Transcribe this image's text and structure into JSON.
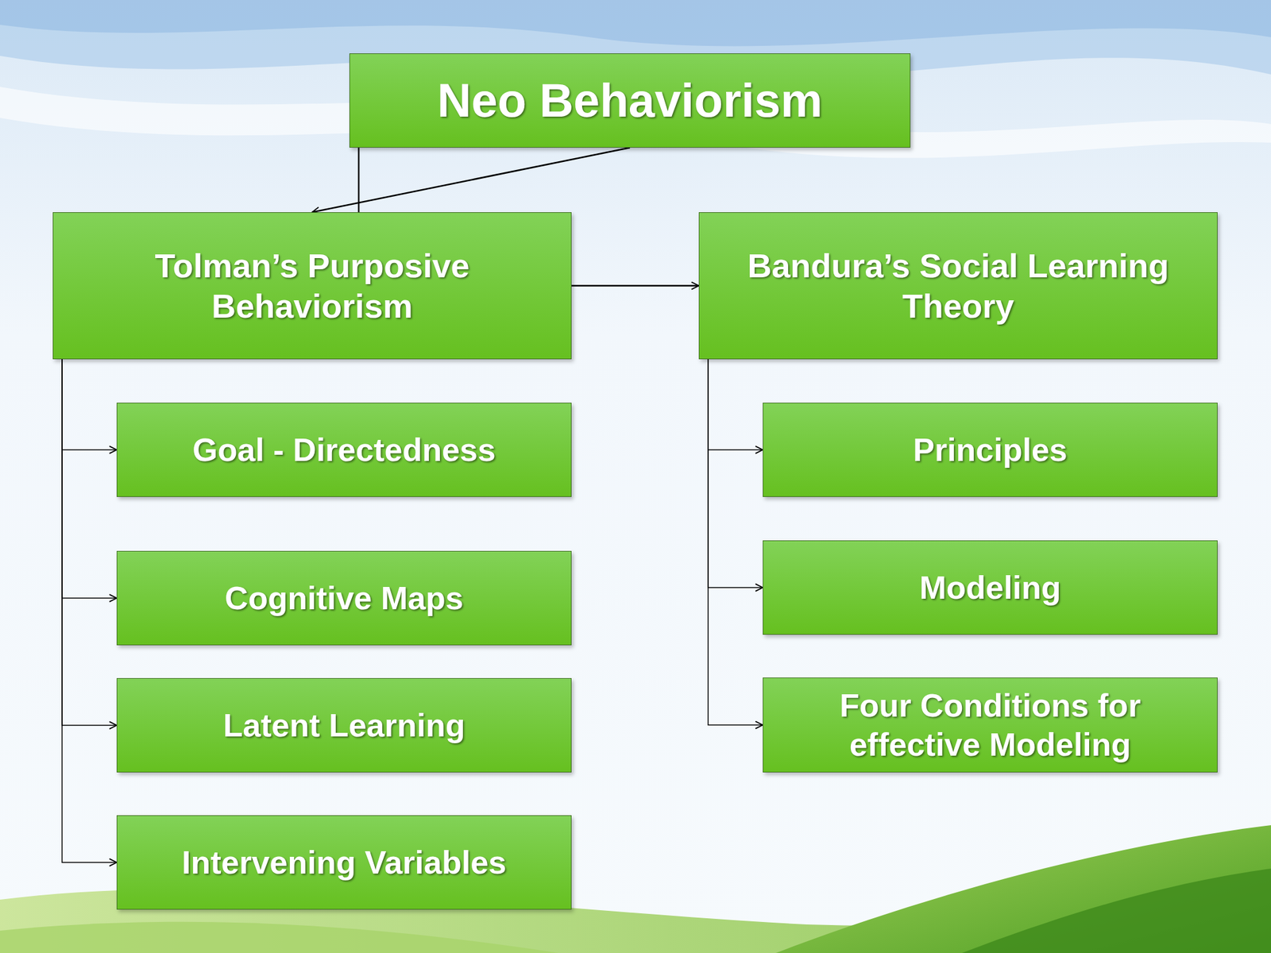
{
  "diagram": {
    "nodes": [
      {
        "text": [
          "Neo Behaviorism"
        ]
      },
      {
        "text": [
          "Tolman’s Purposive Behaviorism"
        ]
      },
      {
        "text": [
          "Bandura’s Social Learning Theory"
        ]
      },
      {
        "text": [
          "Goal - Directedness"
        ]
      },
      {
        "text": [
          "Cognitive Maps"
        ]
      },
      {
        "text": [
          "Latent Learning"
        ]
      },
      {
        "text": [
          "Intervening Variables"
        ]
      },
      {
        "text": [
          "Principles"
        ]
      },
      {
        "text": [
          "Modeling"
        ]
      },
      {
        "text": [
          "Four Conditions for effective Modeling"
        ]
      }
    ],
    "edges": [
      {
        "from": 0,
        "to": 1,
        "arrow": "to"
      },
      {
        "from": 0,
        "to": 2,
        "arrow": "to"
      },
      {
        "from": 1,
        "to": 3,
        "arrow": "to"
      },
      {
        "from": 1,
        "to": 4,
        "arrow": "to"
      },
      {
        "from": 1,
        "to": 5,
        "arrow": "to"
      },
      {
        "from": 1,
        "to": 6,
        "arrow": "to"
      },
      {
        "from": 2,
        "to": 7,
        "arrow": "to"
      },
      {
        "from": 2,
        "to": 8,
        "arrow": "to"
      },
      {
        "from": 2,
        "to": 9,
        "arrow": "to"
      }
    ]
  }
}
